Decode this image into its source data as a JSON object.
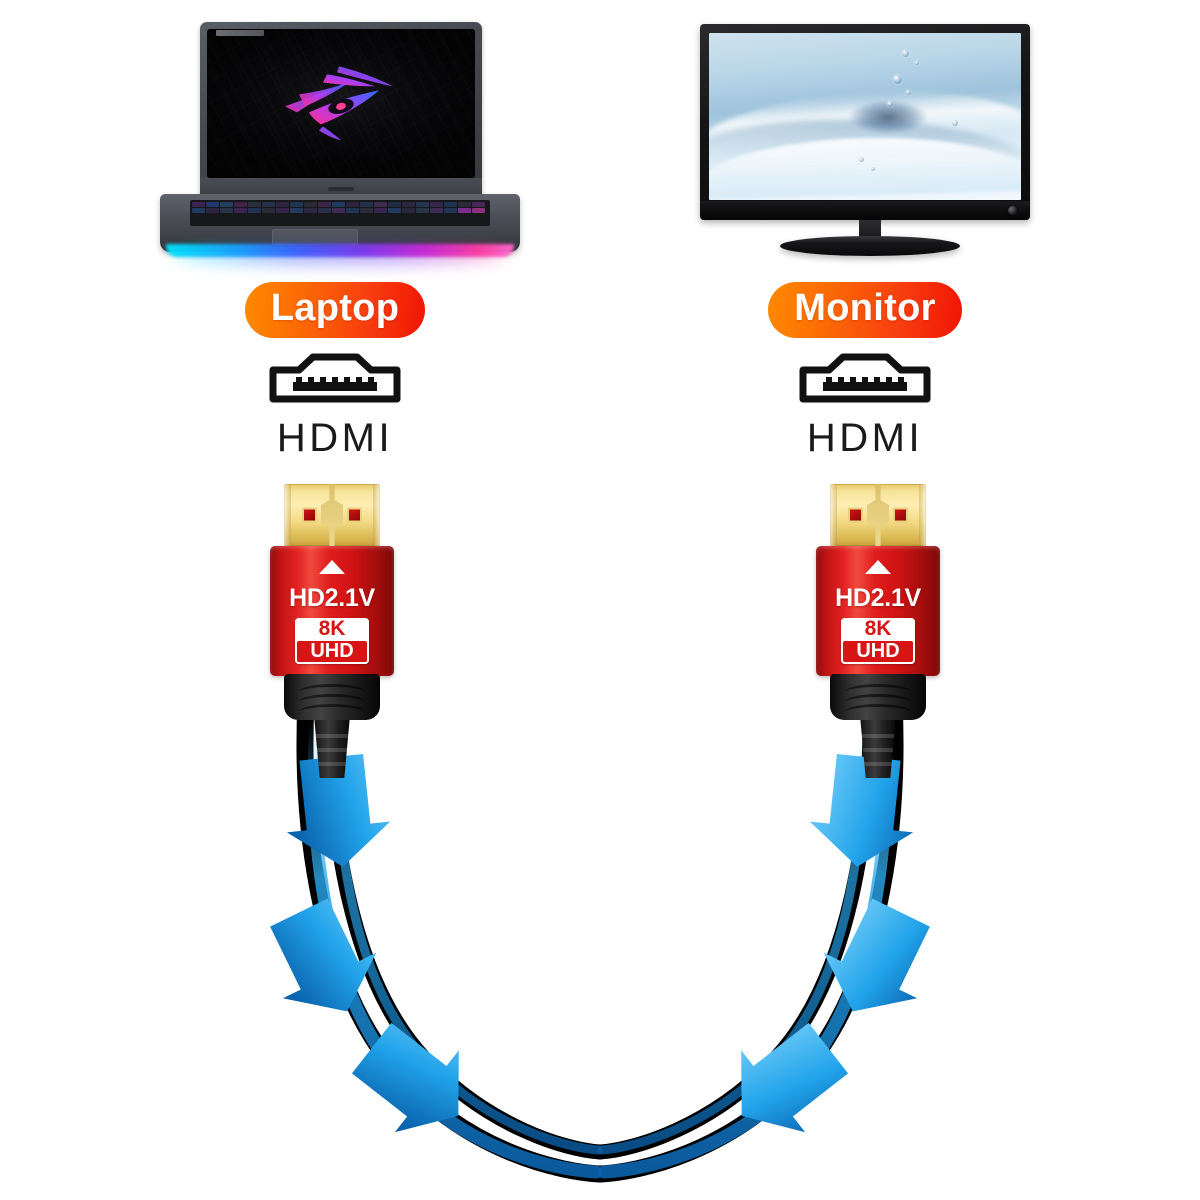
{
  "page": {
    "background_color": "#ffffff",
    "title": "HDMI 2.1 8K Cable Connection Diagram"
  },
  "devices": {
    "laptop": {
      "name": "Laptop",
      "type": "gaming-laptop",
      "brand_logo": "rog-eye-logo",
      "screen_wallpaper": "dark-circuit-rog",
      "rgb_underglow_colors": [
        "#00e5ff",
        "#3d63ff",
        "#7b3cf0",
        "#ff3ea5"
      ]
    },
    "monitor": {
      "name": "Monitor",
      "type": "flat-screen-tv",
      "screen_wallpaper": "water-wave-bubbles",
      "bezel_color": "#0d0d0e"
    }
  },
  "labels": {
    "left": {
      "badge": "Laptop",
      "port_name": "HDMI",
      "port_icon": "hdmi-port-icon"
    },
    "right": {
      "badge": "Monitor",
      "port_name": "HDMI",
      "port_icon": "hdmi-port-icon"
    },
    "badge_gradient_from": "#ff8a00",
    "badge_gradient_to": "#f01505",
    "badge_text_color": "#ffffff",
    "port_text_color": "#1a1a1a"
  },
  "connectors": {
    "left": {
      "version_label": "HD2.1V",
      "resolution_label": "8K",
      "quality_label": "UHD",
      "direction_marker": "triangle-up",
      "housing_color": "#e32222",
      "contact_color": "#ffeeb4"
    },
    "right": {
      "version_label": "HD2.1V",
      "resolution_label": "8K",
      "quality_label": "UHD",
      "direction_marker": "triangle-up",
      "housing_color": "#e32222",
      "contact_color": "#ffeeb4"
    }
  },
  "cable": {
    "color": "#000000",
    "shape": "u-loop",
    "strand_count": 2,
    "signal_arrows": {
      "color_light": "#4db8f0",
      "color_mid": "#1b9de8",
      "color_dark": "#0b62a8",
      "left_direction": "down",
      "right_direction": "up",
      "left_arrow_count": 3,
      "right_arrow_count": 3
    }
  }
}
